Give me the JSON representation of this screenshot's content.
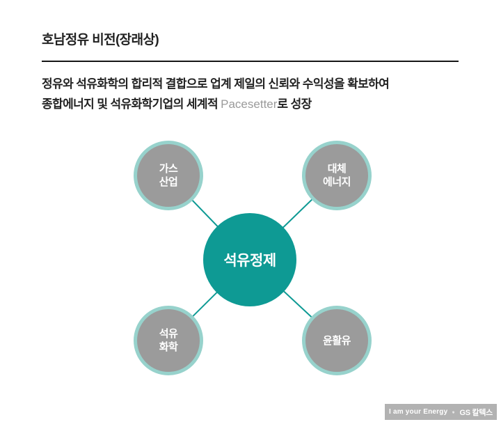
{
  "page": {
    "title": "호남정유 비전(장래상)"
  },
  "intro": {
    "line1": "정유와 석유화학의 합리적 결합으로 업계 제일의 신뢰와 수익성을 확보하여",
    "line2_pre": "종합에너지 및 석유화학기업의 세계적 ",
    "line2_en": "Pacesetter",
    "line2_post": "로 성장"
  },
  "diagram": {
    "center": {
      "label": "석유정제"
    },
    "satellites": [
      {
        "id": "gas-industry",
        "label": "가스\n산업"
      },
      {
        "id": "alternative-energy",
        "label": "대체\n에너지"
      },
      {
        "id": "petrochemical",
        "label": "석유\n화학"
      },
      {
        "id": "lubricants",
        "label": "윤활유"
      }
    ]
  },
  "footer": {
    "slogan": "I am your Energy",
    "brand": "GS 칼텍스",
    "logo_icon": "gs-caltex-swirl-icon"
  },
  "colors": {
    "hub_teal": "#0e9a94",
    "ring_light_teal": "#97d2cc",
    "satellite_gray": "#9b9b9b",
    "badge_gray": "#b2b2b2",
    "text_dark": "#222222",
    "latin_gray": "#9a9a9a"
  }
}
